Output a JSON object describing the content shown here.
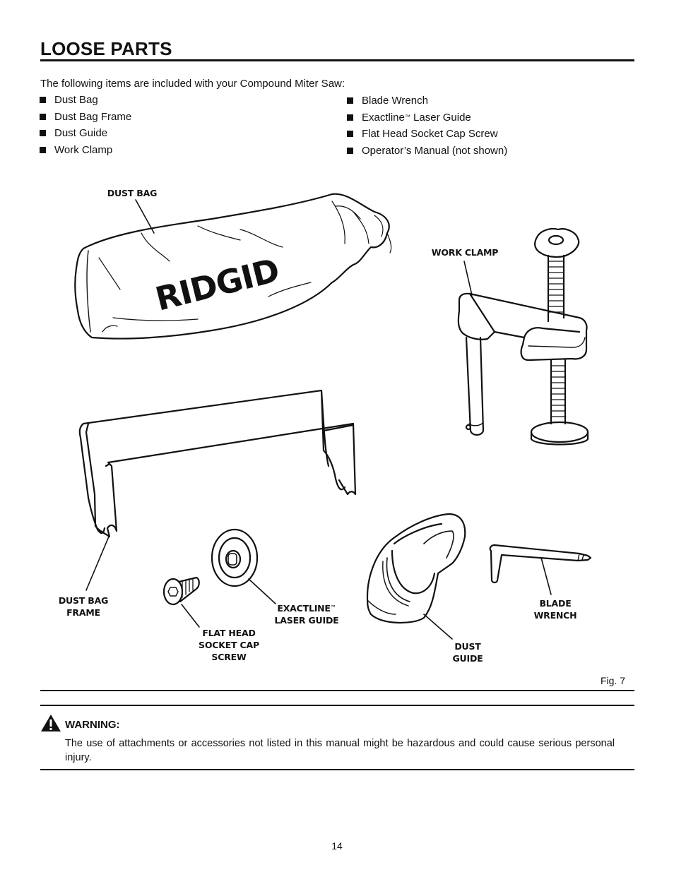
{
  "page": {
    "title": "LOOSE PARTS",
    "intro": "The following items are included with your Compound Miter Saw:",
    "left_items": [
      "Dust Bag",
      "Dust Bag Frame",
      "Dust Guide",
      "Work Clamp"
    ],
    "right_items": [
      {
        "text": "Blade Wrench",
        "tm": ""
      },
      {
        "text": "Exactline",
        "tm": "™",
        "after": " Laser Guide"
      },
      {
        "text": "Flat Head Socket Cap Screw",
        "tm": ""
      },
      {
        "text": "Operator’s Manual (not shown)",
        "tm": ""
      }
    ],
    "page_number": "14"
  },
  "figure": {
    "brand_logo_text": "RIDGID",
    "labels": {
      "dust_bag": "DUST BAG",
      "work_clamp": "WORK CLAMP",
      "dust_bag_frame_1": "DUST BAG",
      "dust_bag_frame_2": "FRAME",
      "exactline_1": "EXACTLINE",
      "exactline_tm": "™",
      "exactline_2": "LASER GUIDE",
      "screw_1": "FLAT HEAD",
      "screw_2": "SOCKET CAP",
      "screw_3": "SCREW",
      "dust_guide_1": "DUST",
      "dust_guide_2": "GUIDE",
      "blade_wrench_1": "BLADE",
      "blade_wrench_2": "WRENCH"
    },
    "caption": "Fig. 7"
  },
  "warning": {
    "title": "WARNING:",
    "text": "The use of attachments or accessories not listed in this manual might be hazardous and could cause serious personal injury."
  }
}
